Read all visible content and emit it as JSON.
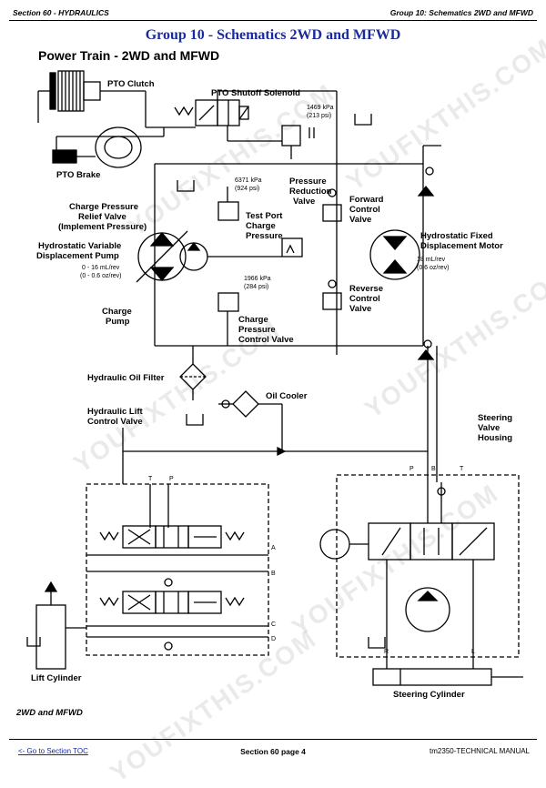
{
  "header": {
    "section": "Section 60 - HYDRAULICS",
    "group": "Group 10: Schematics 2WD and MFWD"
  },
  "group_title": "Group 10 - Schematics 2WD and MFWD",
  "page_title": "Power Train - 2WD and MFWD",
  "labels": {
    "pto_clutch": "PTO Clutch",
    "pto_shutoff": "PTO Shutoff Solenoid",
    "p1469a": "1469 kPa",
    "p1469b": "(213 psi)",
    "pto_brake": "PTO Brake",
    "p6371a": "6371 kPa",
    "p6371b": "(924 psi)",
    "charge_relief1": "Charge Pressure",
    "charge_relief2": "Relief Valve",
    "charge_relief3": "(Implement Pressure)",
    "test_port1": "Test Port",
    "test_port2": "Charge",
    "test_port3": "Pressure",
    "prv1": "Pressure",
    "prv2": "Reduction",
    "prv3": "Valve",
    "fwd1": "Forward",
    "fwd2": "Control",
    "fwd3": "Valve",
    "hvp1": "Hydrostatic Variable",
    "hvp2": "Displacement Pump",
    "hvp3": "0 - 16 mL/rev",
    "hvp4": "(0 - 0.6 oz/rev)",
    "hfm1": "Hydrostatic Fixed",
    "hfm2": "Displacement Motor",
    "hfm3": "18 mL/rev",
    "hfm4": "(0.6 oz/rev)",
    "p1966a": "1966 kPa",
    "p1966b": "(284 psi)",
    "charge_pump1": "Charge",
    "charge_pump2": "Pump",
    "cpcv1": "Charge",
    "cpcv2": "Pressure",
    "cpcv3": "Control Valve",
    "rev1": "Reverse",
    "rev2": "Control",
    "rev3": "Valve",
    "filter": "Hydraulic Oil Filter",
    "cooler": "Oil Cooler",
    "lift1": "Hydraulic Lift",
    "lift2": "Control Valve",
    "svh1": "Steering",
    "svh2": "Valve",
    "svh3": "Housing",
    "lift_cyl": "Lift Cylinder",
    "steer_cyl": "Steering Cylinder",
    "port_t1": "T",
    "port_p1": "P",
    "port_p2": "P",
    "port_b2": "B",
    "port_t2": "T",
    "port_a": "A",
    "port_b": "B",
    "port_c": "C",
    "port_d": "D",
    "port_r": "R",
    "port_l": "L"
  },
  "watermark": "YOUFIXTHIS.COM",
  "caption": "2WD and MFWD",
  "footer": {
    "toc_link": "<- Go to Section TOC",
    "page": "Section 60 page 4",
    "manual": "tm2350-TECHNICAL MANUAL"
  }
}
